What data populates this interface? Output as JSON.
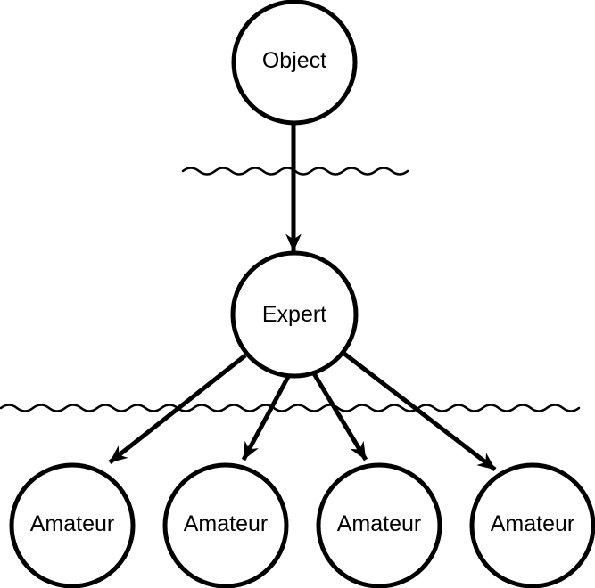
{
  "diagram": {
    "type": "hierarchy-diagram",
    "colors": {
      "line": "#000000",
      "text": "#000000",
      "background": "#ffffff"
    },
    "nodes": {
      "object": {
        "label": "Object",
        "shape": "circle"
      },
      "expert": {
        "label": "Expert",
        "shape": "circle"
      },
      "amateurs": [
        {
          "label": "Amateur",
          "shape": "circle"
        },
        {
          "label": "Amateur",
          "shape": "circle"
        },
        {
          "label": "Amateur",
          "shape": "circle"
        },
        {
          "label": "Amateur",
          "shape": "circle"
        }
      ]
    },
    "edges": [
      {
        "from": "object",
        "to": "expert",
        "style": "arrow"
      },
      {
        "from": "expert",
        "to": "amateur-1",
        "style": "arrow"
      },
      {
        "from": "expert",
        "to": "amateur-2",
        "style": "arrow"
      },
      {
        "from": "expert",
        "to": "amateur-3",
        "style": "arrow"
      },
      {
        "from": "expert",
        "to": "amateur-4",
        "style": "arrow"
      }
    ],
    "separators": [
      {
        "name": "upper-boundary",
        "style": "wavy-line",
        "between": [
          "object",
          "expert"
        ]
      },
      {
        "name": "lower-boundary",
        "style": "wavy-line",
        "between": [
          "expert",
          "amateurs"
        ]
      }
    ]
  }
}
